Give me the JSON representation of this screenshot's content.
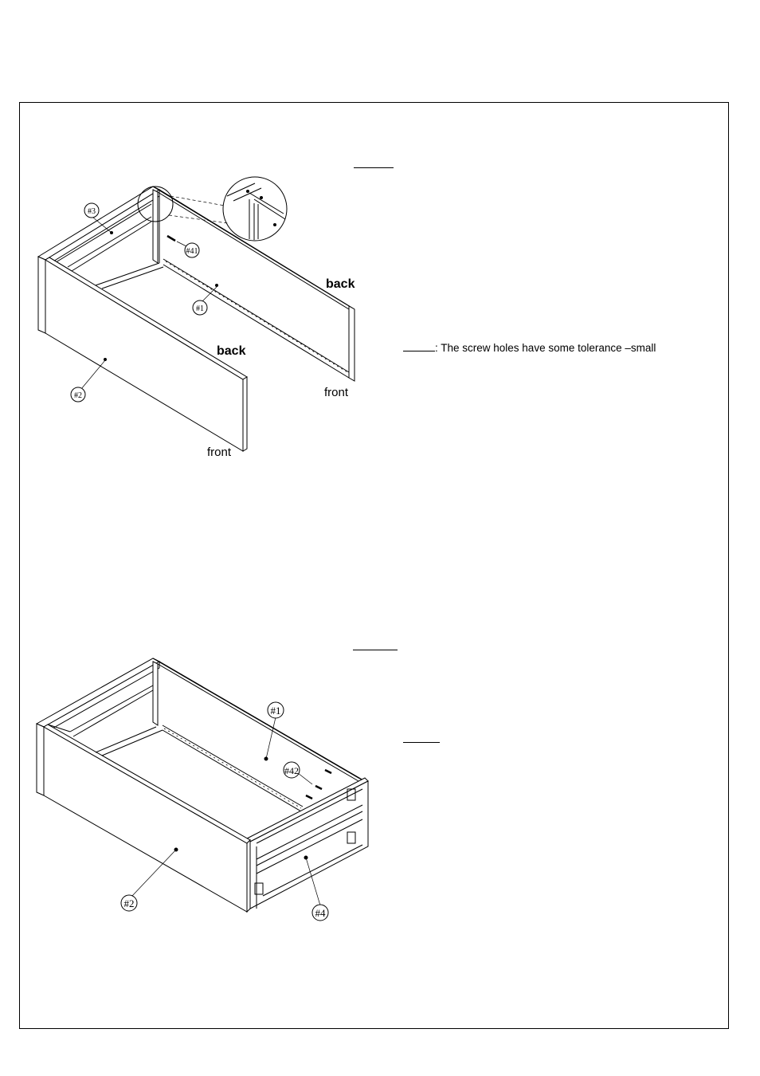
{
  "step1": {
    "labels": {
      "part3": "#3",
      "part41": "#41",
      "part1": "#1",
      "part2": "#2",
      "back_upper": "back",
      "back_lower": "back",
      "front_upper": "front",
      "front_lower": "front"
    },
    "note_text": ": The screw holes have some tolerance –small"
  },
  "step2": {
    "labels": {
      "part1": "#1",
      "part42": "#42",
      "part2": "#2",
      "part4": "#4"
    }
  },
  "colors": {
    "line": "#000000",
    "paper": "#ffffff",
    "thin": "#444444"
  }
}
